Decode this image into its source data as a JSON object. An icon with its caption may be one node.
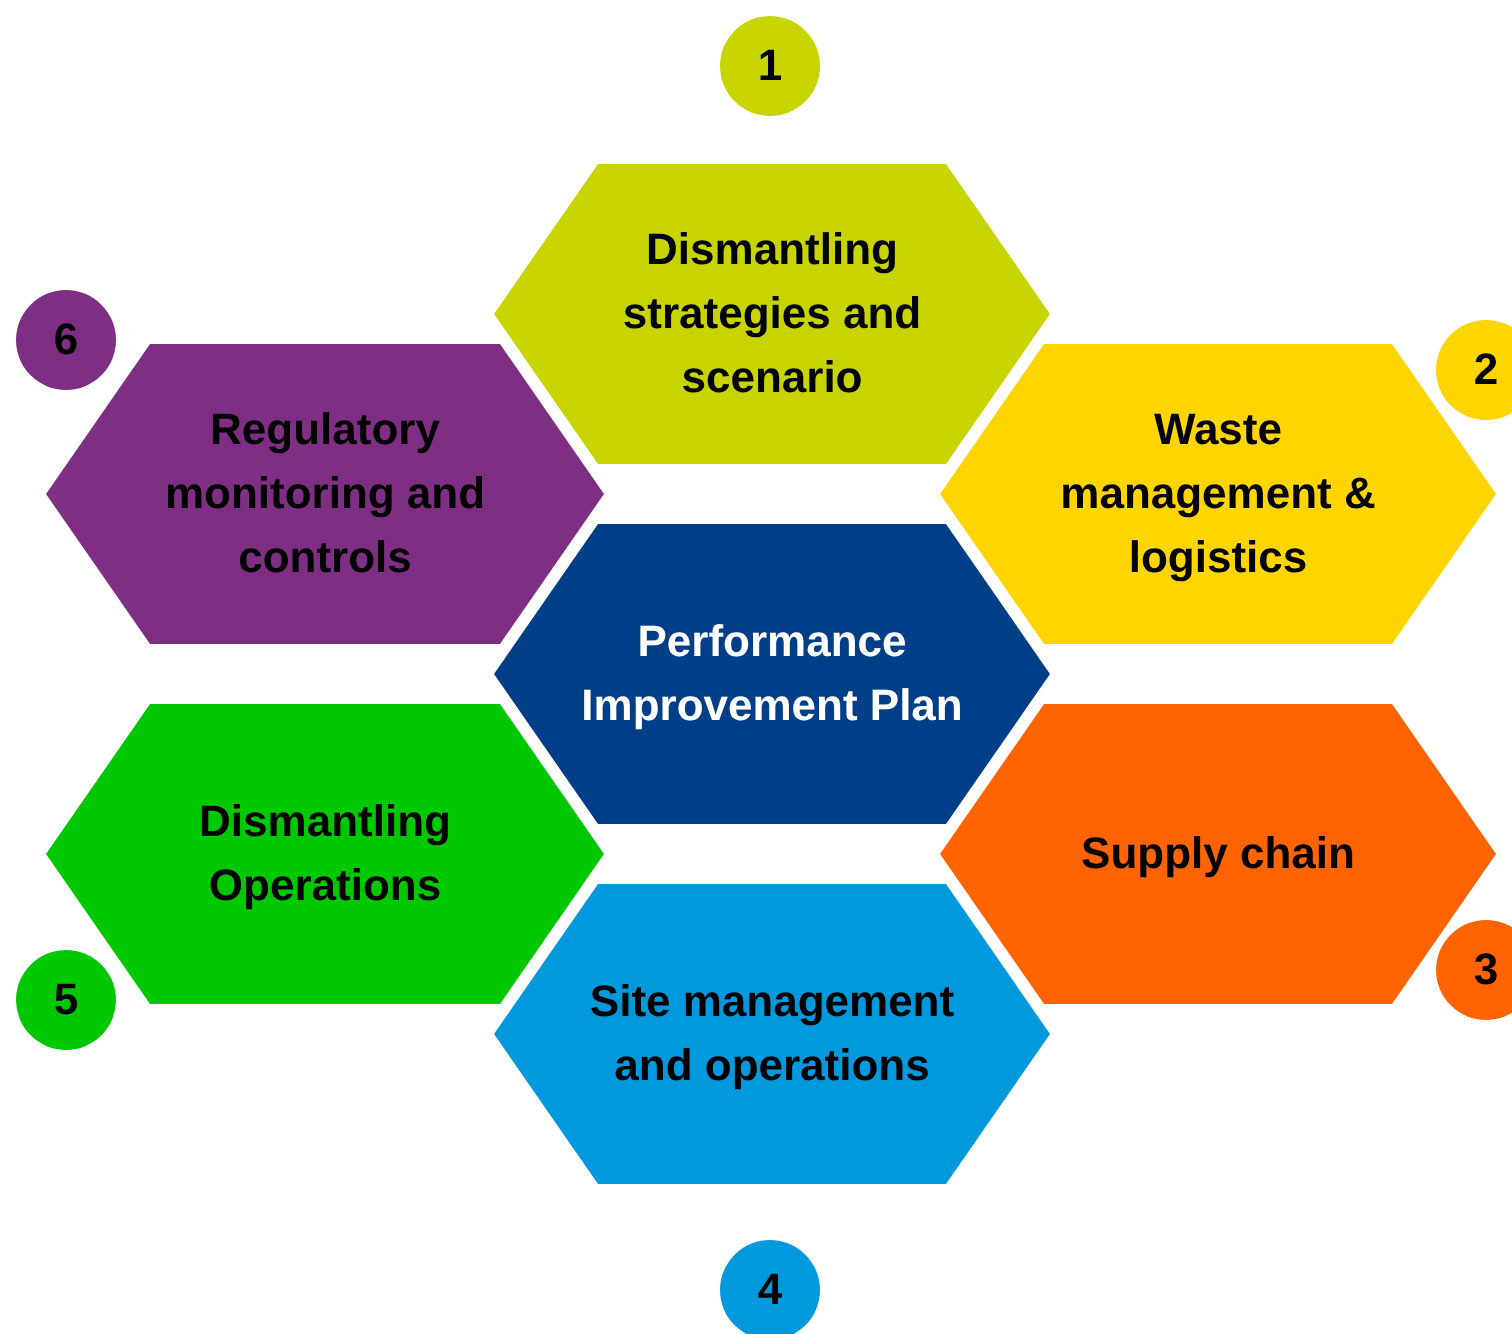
{
  "diagram": {
    "nodes": [
      {
        "text": [
          "1"
        ]
      },
      {
        "text": [
          "Dismantling strategies and scenario"
        ]
      },
      {
        "text": [
          "6"
        ]
      },
      {
        "text": [
          "Regulatory monitoring and controls"
        ]
      },
      {
        "text": [
          "2"
        ]
      },
      {
        "text": [
          "Waste management & logistics"
        ]
      },
      {
        "text": [
          "Performance Improvement Plan"
        ]
      },
      {
        "text": [
          "Dismantling Operations"
        ]
      },
      {
        "text": [
          "Supply chain"
        ]
      },
      {
        "text": [
          "5"
        ]
      },
      {
        "text": [
          "3"
        ]
      },
      {
        "text": [
          "Site management and operations"
        ]
      },
      {
        "text": [
          "4"
        ]
      }
    ]
  }
}
